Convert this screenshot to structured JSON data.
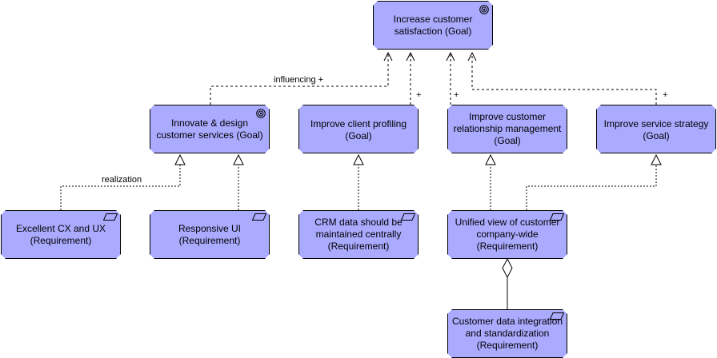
{
  "nodes": {
    "n1": {
      "label": "Increase customer\nsatisfaction (Goal)",
      "icon": "goal-icon"
    },
    "n2": {
      "label": "Innovate & design\ncustomer services (Goal)",
      "icon": "goal-icon"
    },
    "n3": {
      "label": "Improve client profiling\n(Goal)"
    },
    "n4": {
      "label": "Improve customer\nrelationship management\n(Goal)"
    },
    "n5": {
      "label": "Improve service strategy\n(Goal)"
    },
    "n6": {
      "label": "Excellent CX and UX\n(Requirement)",
      "icon": "requirement-icon"
    },
    "n7": {
      "label": "Responsive UI\n(Requirement)",
      "icon": "requirement-icon"
    },
    "n8": {
      "label": "CRM data should be\nmaintained centrally\n(Requirement)",
      "icon": "requirement-icon"
    },
    "n9": {
      "label": "Unified view of customer\ncompany-wide\n(Requirement)",
      "icon": "requirement-icon"
    },
    "n10": {
      "label": "Customer data integration\nand standardization\n(Requirement)",
      "icon": "requirement-icon"
    }
  },
  "edge_labels": {
    "influencing": "influencing +",
    "plus1": "+",
    "plus2": "+",
    "plus3": "+",
    "realization": "realization"
  },
  "colors": {
    "node_fill": "#aaaaff",
    "stroke": "#000000"
  }
}
